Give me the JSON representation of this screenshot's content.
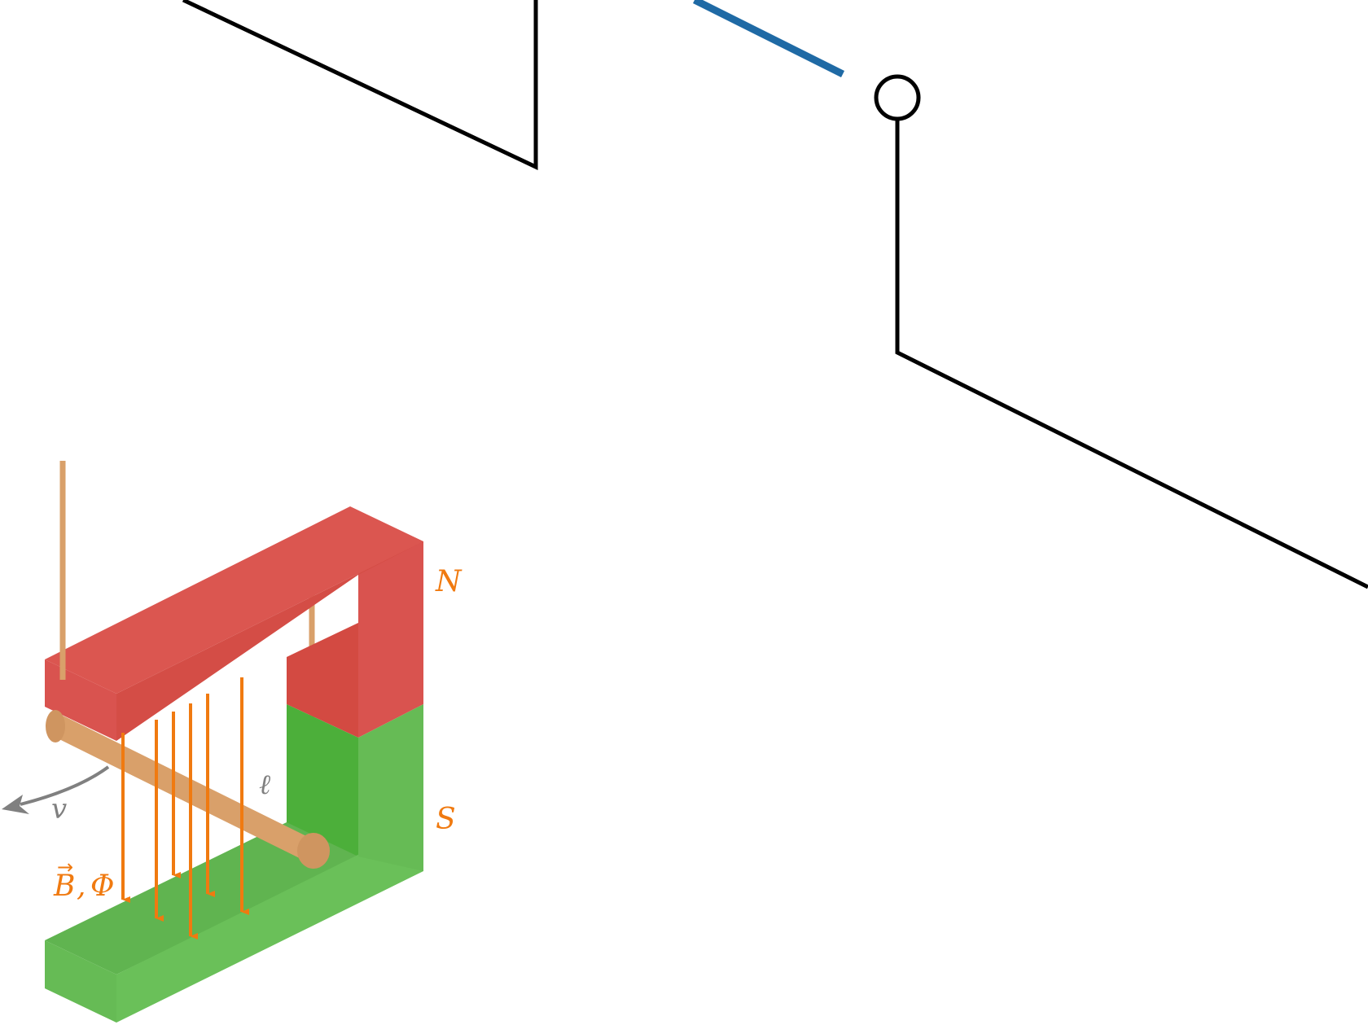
{
  "labels": {
    "north": "N",
    "south": "S",
    "length": "ℓ",
    "velocity": "v",
    "field": "B",
    "field_arrow": "→",
    "flux_separator": ",",
    "flux": "Φ"
  },
  "colors": {
    "wire": "#000000",
    "switch_lever": "#1f6aa5",
    "north_pole": "#d9534f",
    "north_pole_dark": "#d34a42",
    "south_pole": "#66bb55",
    "south_pole_dark": "#4caf3a",
    "rod": "#d9a06a",
    "field_lines": "#f07a10",
    "label_field": "#f07a10",
    "label_grey": "#808080"
  }
}
